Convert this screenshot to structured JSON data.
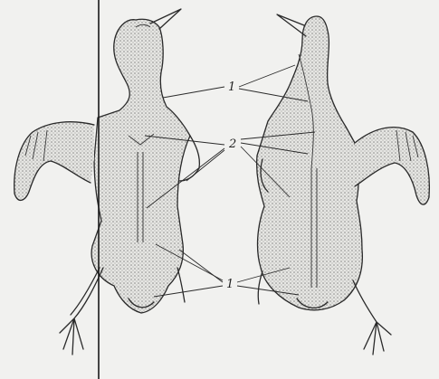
{
  "labels": {
    "upper": "1",
    "middle": "2",
    "lower": "1"
  }
}
